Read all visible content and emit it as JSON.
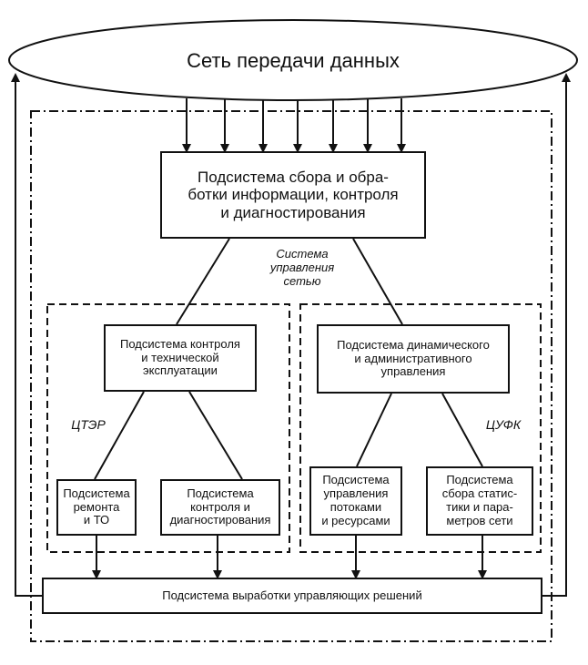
{
  "network": {
    "label": "Сеть передачи данных"
  },
  "system_label": "Система\nуправления\nсетью",
  "blocks": {
    "collection": "Подсистема сбора и обра-\nботки информации, контроля\nи диагностирования",
    "tech_control": "Подсистема контроля\nи технической\nэксплуатации",
    "dynamic_admin": "Подсистема динамического\nи административного\nуправления",
    "repair": "Подсистема\nремонта\nи ТО",
    "control_diag": "Подсистема\nконтроля и\nдиагностирования",
    "flow_control": "Подсистема\nуправления\nпотоками\nи ресурсами",
    "stats": "Подсистема\nсбора статис-\nтики и пара-\nметров сети",
    "decisions": "Подсистема выработки управляющих решений"
  },
  "centers": {
    "left": "ЦТЭР",
    "right": "ЦУФК"
  }
}
